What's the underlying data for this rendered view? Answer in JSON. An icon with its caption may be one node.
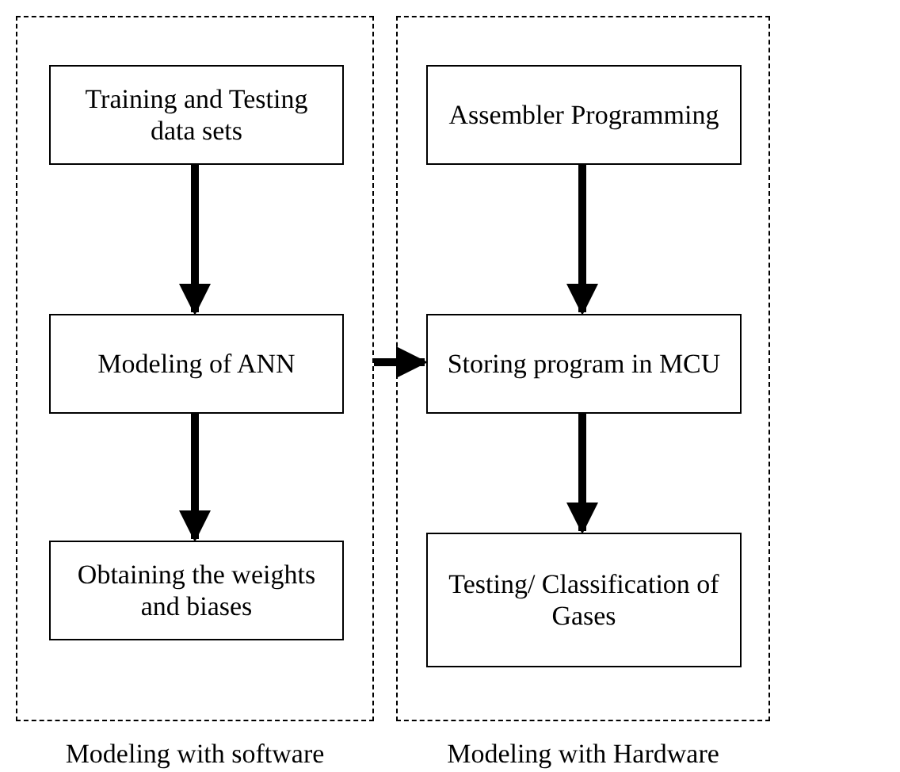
{
  "diagram": {
    "nodes": [
      {
        "text": [
          "Modeling with software"
        ]
      },
      {
        "text": [
          "Training and Testing data sets"
        ],
        "in": 0
      },
      {
        "text": [
          "Modeling of ANN"
        ],
        "in": 0
      },
      {
        "text": [
          "Obtaining the weights and biases"
        ],
        "in": 0
      },
      {
        "text": [
          "Modeling with Hardware"
        ]
      },
      {
        "text": [
          "Assembler Programming"
        ],
        "in": 4
      },
      {
        "text": [
          "Storing program in MCU"
        ],
        "in": 4
      },
      {
        "text": [
          "Testing/ Classification of Gases"
        ],
        "in": 4
      }
    ],
    "edges": [
      {
        "from": 1,
        "to": 2,
        "arrow": "to"
      },
      {
        "from": 2,
        "to": 3,
        "arrow": "to"
      },
      {
        "from": 0,
        "to": 6,
        "arrow": "to"
      },
      {
        "from": 5,
        "to": 6,
        "arrow": "to"
      },
      {
        "from": 6,
        "to": 7,
        "arrow": "to"
      }
    ]
  }
}
